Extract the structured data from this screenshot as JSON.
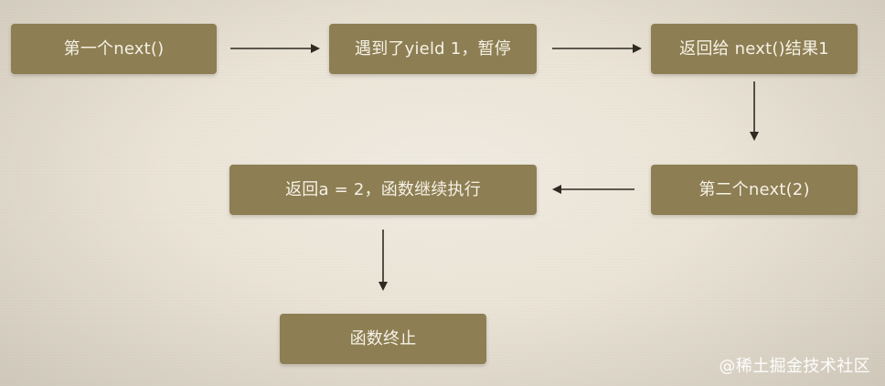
{
  "nodes": [
    {
      "id": "n1",
      "label": "第一个next()"
    },
    {
      "id": "n2",
      "label": "遇到了yield 1，暂停"
    },
    {
      "id": "n3",
      "label": "返回给 next()结果1"
    },
    {
      "id": "n4",
      "label": "第二个next(2)"
    },
    {
      "id": "n5",
      "label": "返回a = 2，函数继续执行"
    },
    {
      "id": "n6",
      "label": "函数终止"
    }
  ],
  "edges": [
    {
      "from": "n1",
      "to": "n2"
    },
    {
      "from": "n2",
      "to": "n3"
    },
    {
      "from": "n3",
      "to": "n4"
    },
    {
      "from": "n4",
      "to": "n5"
    },
    {
      "from": "n5",
      "to": "n6"
    }
  ],
  "watermark": "@稀土掘金技术社区",
  "colors": {
    "node_fill": "#8d7e53",
    "node_text": "#f5f1e6",
    "arrow": "#2f2a22",
    "background": "#e7dfcf"
  }
}
